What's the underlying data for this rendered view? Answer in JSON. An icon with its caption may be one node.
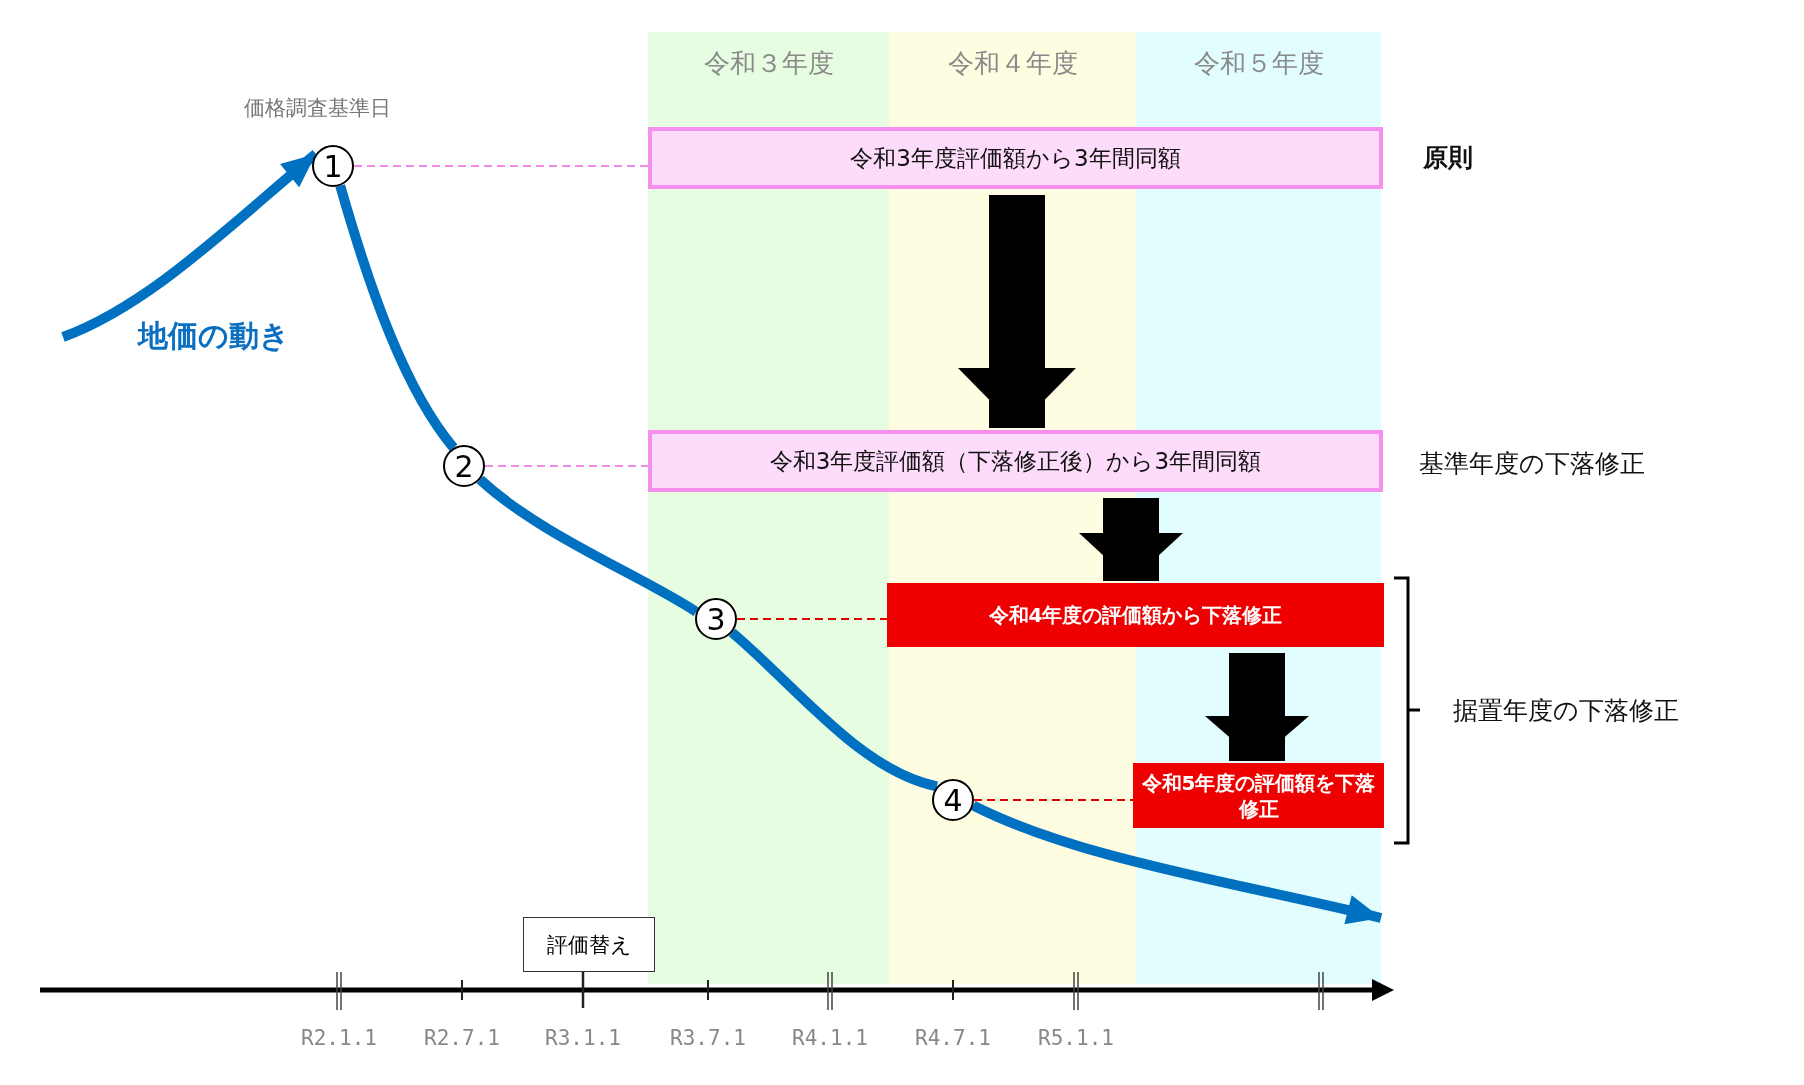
{
  "diagram": {
    "nodes": [
      {
        "text": [
          "1"
        ],
        "beside": [
          "価格調査基準日"
        ]
      },
      {
        "text": [
          "2"
        ]
      },
      {
        "text": [
          "3"
        ]
      },
      {
        "text": [
          "4"
        ]
      },
      {
        "text": [
          "令和3年度評価額から3年間同額"
        ],
        "beside": [
          "原則"
        ]
      },
      {
        "text": [
          "令和3年度評価額（下落修正後）から3年間同額"
        ],
        "beside": [
          "基準年度の下落修正"
        ]
      },
      {
        "text": [
          "令和4年度の評価額から下落修正"
        ]
      },
      {
        "text": [
          "令和5年度の評価額を下落修正"
        ]
      },
      {
        "text": [
          "評価替え"
        ]
      }
    ],
    "edges": [
      {
        "from": 0,
        "to": 4,
        "arrow": "none",
        "style": "dashed",
        "color": "#f08ce8"
      },
      {
        "from": 1,
        "to": 5,
        "arrow": "none",
        "style": "dashed",
        "color": "#f08ce8"
      },
      {
        "from": 2,
        "to": 6,
        "arrow": "none",
        "style": "dashed",
        "color": "#e00000"
      },
      {
        "from": 3,
        "to": 7,
        "arrow": "none",
        "style": "dashed",
        "color": "#e00000"
      },
      {
        "from": 4,
        "to": 5,
        "arrow": "to",
        "style": "thick",
        "color": "#000000"
      },
      {
        "from": 5,
        "to": 6,
        "arrow": "to",
        "style": "thick",
        "color": "#000000"
      },
      {
        "from": 6,
        "to": 7,
        "arrow": "to",
        "style": "thick",
        "color": "#000000"
      },
      {
        "from": null,
        "to": 0,
        "arrow": "to",
        "color": "#0070c0"
      },
      {
        "from": 0,
        "to": 1,
        "arrow": "none",
        "color": "#0070c0"
      },
      {
        "from": 1,
        "to": 2,
        "arrow": "none",
        "color": "#0070c0"
      },
      {
        "from": 2,
        "to": 3,
        "arrow": "none",
        "color": "#0070c0"
      },
      {
        "from": 3,
        "to": null,
        "arrow": "to",
        "color": "#0070c0"
      }
    ],
    "labels": [
      "令和３年度",
      "令和４年度",
      "令和５年度",
      "地価の動き",
      "据置年度の下落修正",
      "R2.1.1",
      "R2.7.1",
      "R3.1.1",
      "R3.7.1",
      "R4.1.1",
      "R4.7.1",
      "R5.1.1"
    ]
  }
}
